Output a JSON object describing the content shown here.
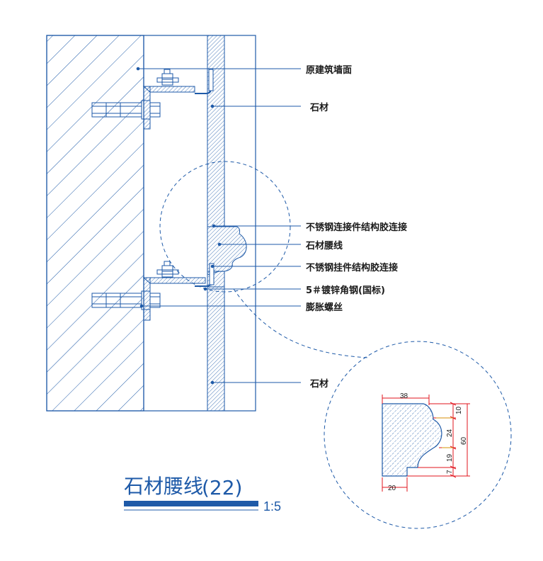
{
  "title": "石材腰线",
  "title_number": "(22)",
  "scale": "1:5",
  "labels": {
    "original_wall": "原建筑墙面",
    "stone_top": "石材",
    "ss_connector_glue": "不锈钢连接件结构胶连接",
    "stone_molding": "石材腰线",
    "ss_hanger_glue": "不锈钢挂件结构胶连接",
    "angle_steel": "5＃镀锌角钢(国标)",
    "expansion_bolt": "膨胀螺丝",
    "stone_bottom": "石材"
  },
  "dimensions": {
    "width_top": "38",
    "width_bottom": "20",
    "h_10": "10",
    "h_24": "24",
    "h_19": "19",
    "h_7": "7",
    "h_60": "60"
  },
  "colors": {
    "line": "#1e5aa8",
    "dimension": "#e0141e",
    "dim_ext": "#d4b400",
    "title_bar": "#1e5aa8"
  }
}
